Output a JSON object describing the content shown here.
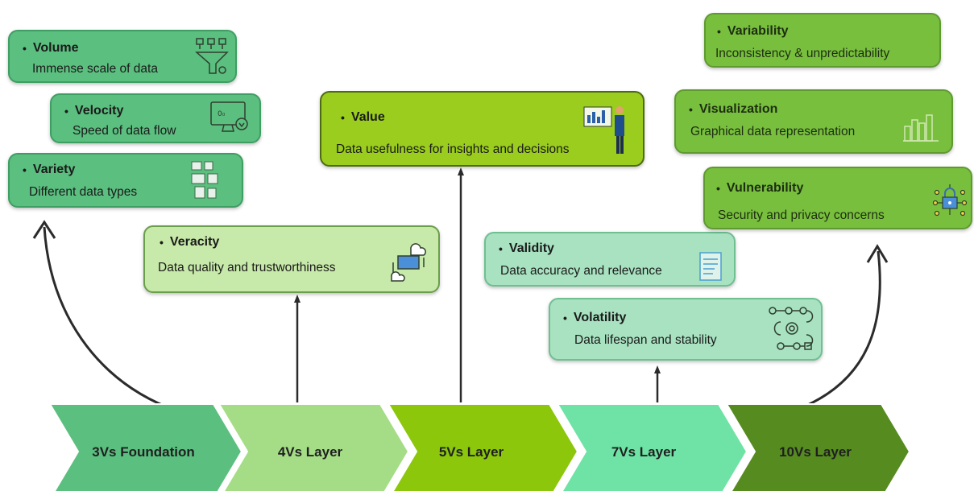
{
  "boxes": {
    "volume": {
      "title": "Volume",
      "desc": "Immense scale of data",
      "icon": "funnel-icon"
    },
    "velocity": {
      "title": "Velocity",
      "desc": "Speed of data flow",
      "icon": "monitor-icon"
    },
    "variety": {
      "title": "Variety",
      "desc": "Different data types",
      "icon": "documents-icon"
    },
    "veracity": {
      "title": "Veracity",
      "desc": "Data quality and trustworthiness",
      "icon": "cloud-sync-icon"
    },
    "value": {
      "title": "Value",
      "desc": "Data usefulness for insights and decisions",
      "icon": "presentation-icon"
    },
    "validity": {
      "title": "Validity",
      "desc": "Data accuracy and relevance",
      "icon": "checklist-icon"
    },
    "volatility": {
      "title": "Volatility",
      "desc": "Data lifespan and stability",
      "icon": "workflow-gear-icon"
    },
    "variability": {
      "title": "Variability",
      "desc": "Inconsistency & unpredictability"
    },
    "visualization": {
      "title": "Visualization",
      "desc": "Graphical data representation",
      "icon": "bar-chart-icon"
    },
    "vulnerability": {
      "title": "Vulnerability",
      "desc": "Security and privacy concerns",
      "icon": "lock-network-icon"
    }
  },
  "layers": [
    "3Vs Foundation",
    "4Vs Layer",
    "5Vs Layer",
    "7Vs Layer",
    "10Vs Layer"
  ],
  "colors": {
    "layer1": "#5bbf7f",
    "layer2": "#a5dd86",
    "layer3": "#8cc70c",
    "layer4": "#6ee3a5",
    "layer5": "#568b20"
  }
}
